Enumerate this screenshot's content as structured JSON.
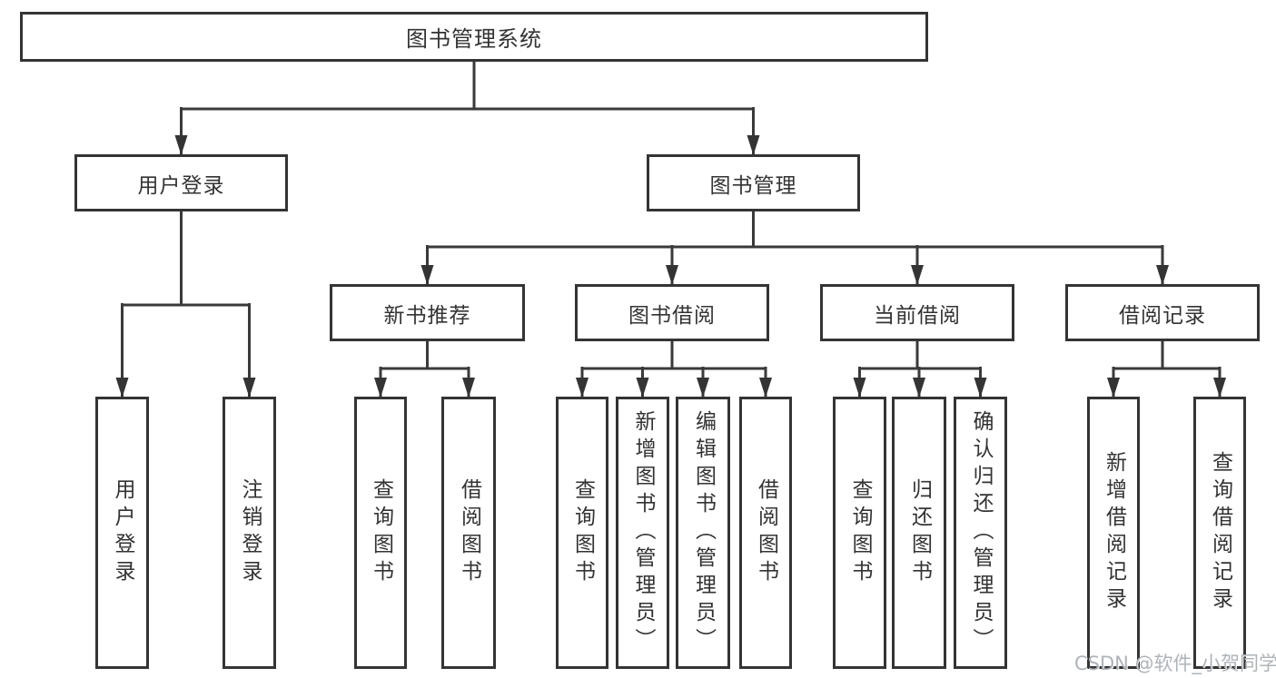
{
  "tree": {
    "root": {
      "label": "图书管理系统"
    },
    "branches": [
      {
        "label": "用户登录",
        "leaves": [
          {
            "label": "用户登录"
          },
          {
            "label": "注销登录"
          }
        ]
      },
      {
        "label": "图书管理",
        "groups": [
          {
            "label": "新书推荐",
            "leaves": [
              {
                "label": "查询图书"
              },
              {
                "label": "借阅图书"
              }
            ]
          },
          {
            "label": "图书借阅",
            "leaves": [
              {
                "label": "查询图书"
              },
              {
                "label": "新增图书（管理员）"
              },
              {
                "label": "编辑图书（管理员）"
              },
              {
                "label": "借阅图书"
              }
            ]
          },
          {
            "label": "当前借阅",
            "leaves": [
              {
                "label": "查询图书"
              },
              {
                "label": "归还图书"
              },
              {
                "label": "确认归还（管理员）"
              }
            ]
          },
          {
            "label": "借阅记录",
            "leaves": [
              {
                "label": "新增借阅记录"
              },
              {
                "label": "查询借阅记录"
              }
            ]
          }
        ]
      }
    ]
  },
  "watermark": {
    "text": "CSDN @软件_小贺同学"
  },
  "colors": {
    "line": "#3a3a3a",
    "box_border": "#343434",
    "text": "#333333",
    "background": "#ffffff",
    "watermark_text": "#aab0b6"
  }
}
